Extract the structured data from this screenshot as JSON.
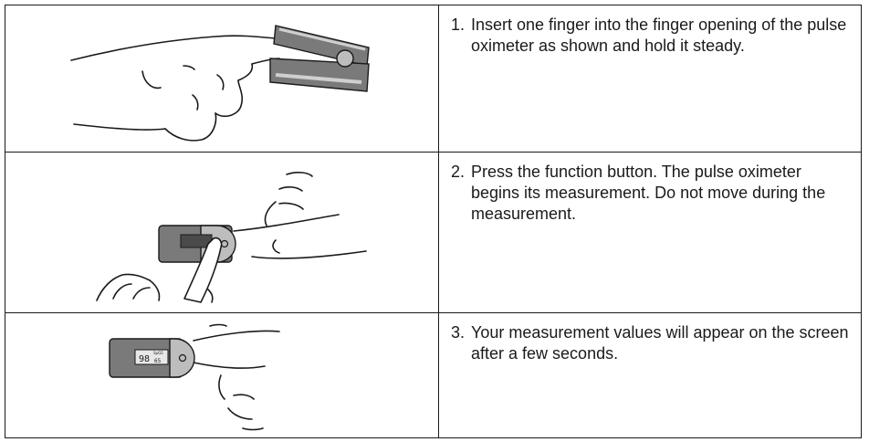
{
  "steps": [
    {
      "number": "1.",
      "text": "Insert one finger into the finger opening of the pulse oximeter as shown and hold it steady."
    },
    {
      "number": "2.",
      "text": "Press the function button. The pulse oximeter begins its measurement. Do not move during the measurement."
    },
    {
      "number": "3.",
      "text": "Your measurement values will appear on the screen after a few seconds."
    }
  ],
  "device_display": {
    "spo2": "98",
    "pulse": "65",
    "label": "SpO2"
  },
  "colors": {
    "device_body": "#7a7a7a",
    "device_light": "#bdbdbd",
    "line": "#1a1a1a"
  }
}
